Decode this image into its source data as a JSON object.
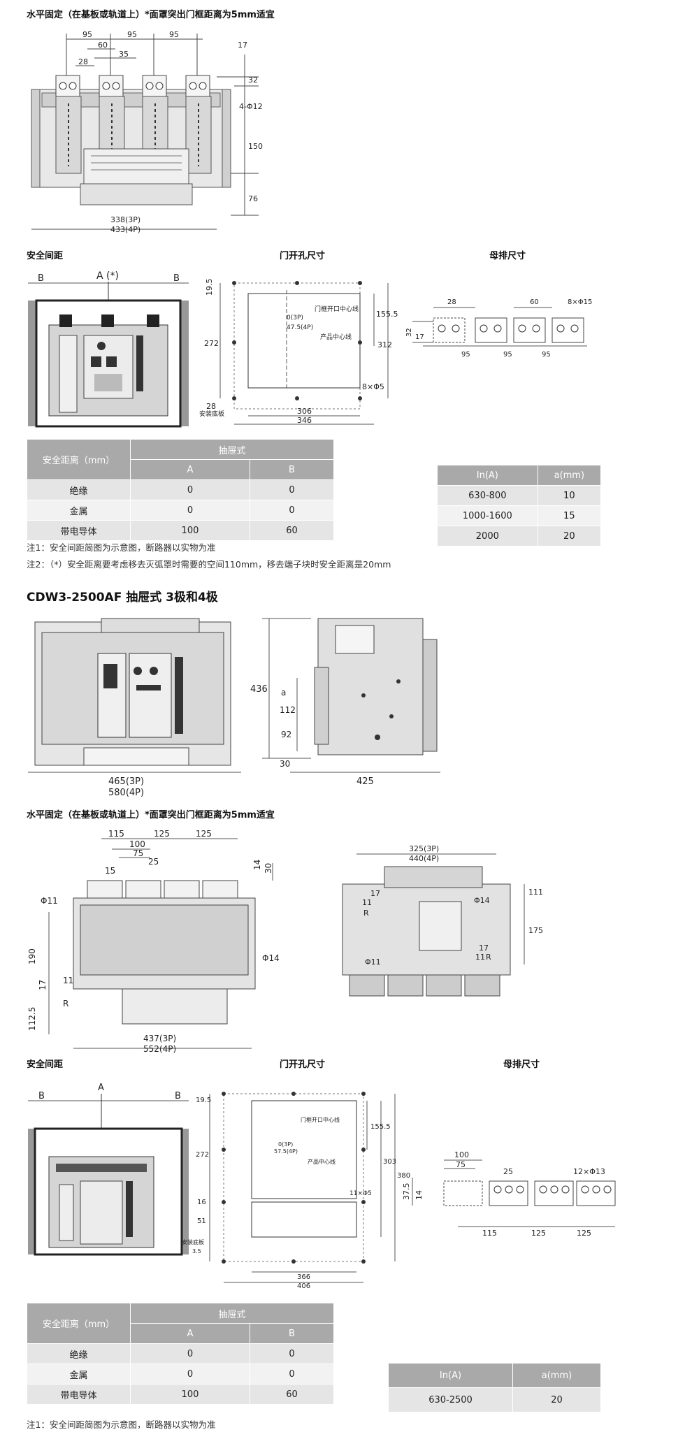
{
  "section1": {
    "mount_title": "水平固定（在基板或轨道上）*面罩突出门框距离为5mm适宜",
    "top_dims": [
      "95",
      "95",
      "95",
      "60",
      "35",
      "28",
      "17",
      "32",
      "4-Φ12",
      "150",
      "76"
    ],
    "bottom_dims": [
      "338(3P)",
      "433(4P)"
    ],
    "safety_title": "安全间距",
    "door_title": "门开孔尺寸",
    "busbar_title": "母排尺寸",
    "safety_labels": {
      "a": "A (*)",
      "b": "B"
    },
    "door_dims": [
      "19.5",
      "272",
      "28",
      "155.5",
      "312",
      "0(3P)",
      "47.5(4P)",
      "门框开口中心线",
      "产品中心线",
      "8×Φ5",
      "306",
      "346",
      "安装底板"
    ],
    "busbar_dims": [
      "28",
      "60",
      "8×Φ15",
      "32",
      "17",
      "95",
      "95",
      "95"
    ],
    "table1": {
      "header_left": "安全距离（mm）",
      "header_group": "抽屉式",
      "col_a": "A",
      "col_b": "B",
      "rows": [
        [
          "绝缘",
          "0",
          "0"
        ],
        [
          "金属",
          "0",
          "0"
        ],
        [
          "带电导体",
          "100",
          "60"
        ]
      ]
    },
    "table2": {
      "h1": "In(A)",
      "h2": "a(mm)",
      "rows": [
        [
          "630-800",
          "10"
        ],
        [
          "1000-1600",
          "15"
        ],
        [
          "2000",
          "20"
        ]
      ]
    },
    "note1": "注1：安全间距简图为示意图，断路器以实物为准",
    "note2": "注2：（*）安全距离要考虑移去灭弧罩时需要的空间110mm，移去端子块时安全距离是20mm"
  },
  "section2": {
    "title": "CDW3-2500AF 抽屉式 3极和4极",
    "front_dims": [
      "465(3P)",
      "580(4P)"
    ],
    "side_dims": [
      "436",
      "a",
      "112",
      "92",
      "30",
      "425"
    ]
  },
  "section3": {
    "mount_title": "水平固定（在基板或轨道上）*面罩突出门框距离为5mm适宜",
    "left_dims": [
      "115",
      "125",
      "125",
      "100",
      "75",
      "25",
      "15",
      "14",
      "30",
      "Φ11",
      "190",
      "17",
      "11",
      "R",
      "112.5",
      "Φ14",
      "437(3P)",
      "552(4P)"
    ],
    "right_dims": [
      "325(3P)",
      "440(4P)",
      "11",
      "17",
      "R",
      "Φ14",
      "111",
      "175",
      "17",
      "11",
      "R",
      "Φ11"
    ],
    "safety_title": "安全间距",
    "door_title": "门开孔尺寸",
    "busbar_title": "母排尺寸",
    "safety_labels": {
      "a": "A",
      "b": "B"
    },
    "door_dims": [
      "19.5",
      "272",
      "16",
      "51",
      "155.5",
      "303",
      "380",
      "0(3P)",
      "57.5(4P)",
      "门框开口中心线",
      "产品中心线",
      "11×Φ5",
      "366",
      "406",
      "安装底板",
      "3.5"
    ],
    "busbar_dims": [
      "100",
      "75",
      "25",
      "12×Φ13",
      "37.5",
      "14",
      "115",
      "125",
      "125"
    ],
    "table1": {
      "header_left": "安全距离（mm）",
      "header_group": "抽屉式",
      "col_a": "A",
      "col_b": "B",
      "rows": [
        [
          "绝缘",
          "0",
          "0"
        ],
        [
          "金属",
          "0",
          "0"
        ],
        [
          "带电导体",
          "100",
          "60"
        ]
      ]
    },
    "table2": {
      "h1": "In(A)",
      "h2": "a(mm)",
      "rows": [
        [
          "630-2500",
          "20"
        ]
      ]
    },
    "note1": "注1：安全间距简图为示意图，断路器以实物为准"
  }
}
